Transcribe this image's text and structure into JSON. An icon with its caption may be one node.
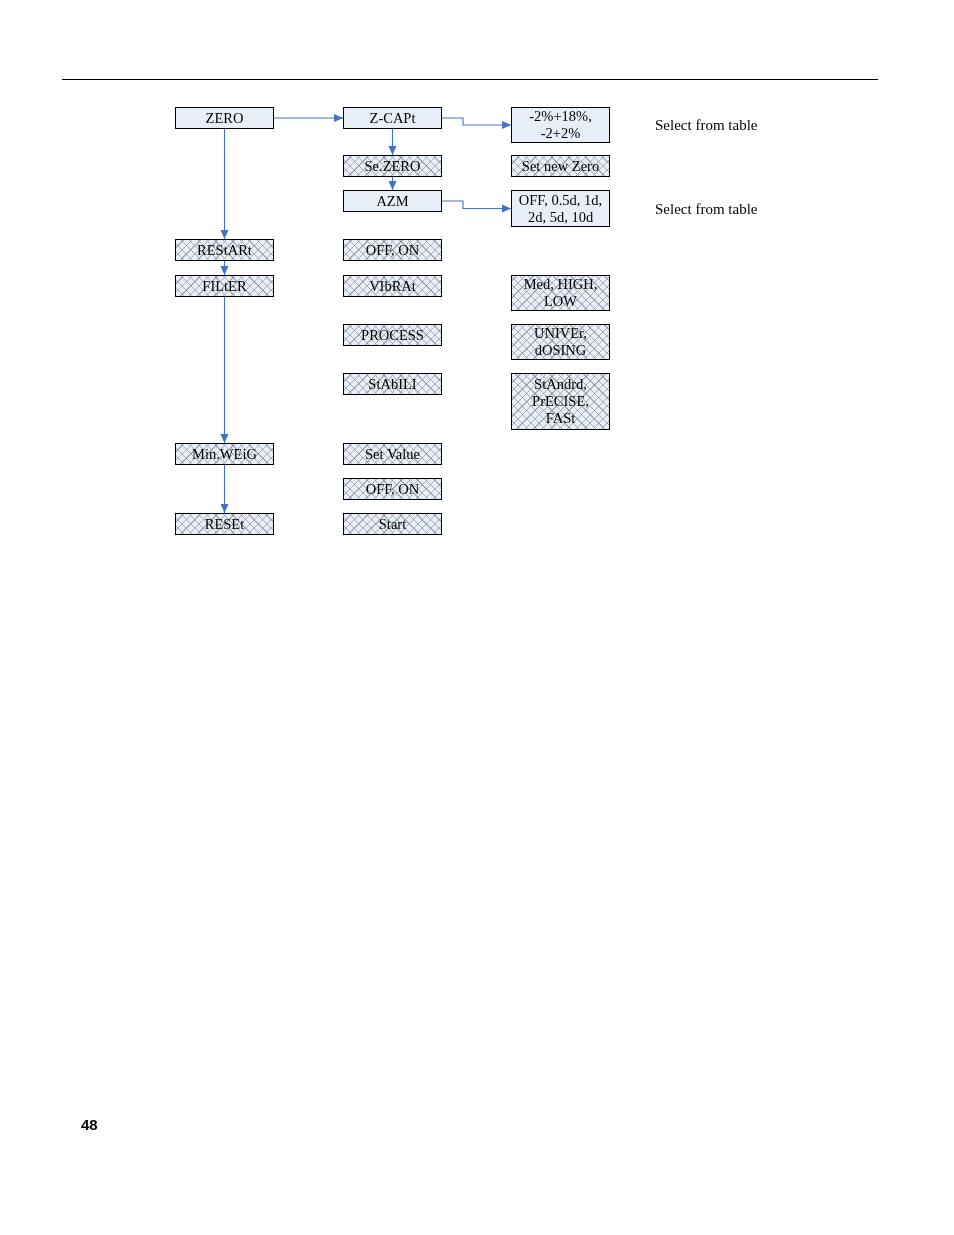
{
  "diagram": {
    "nodes": [
      {
        "text": [
          "ZERO"
        ]
      },
      {
        "text": [
          "Z-CAPt"
        ]
      },
      {
        "text": [
          "-2%+18%, -2+2%"
        ],
        "beside": [
          "Select from table"
        ]
      },
      {
        "text": [
          "Se.ZERO"
        ]
      },
      {
        "text": [
          "Set new Zero"
        ]
      },
      {
        "text": [
          "AZM"
        ]
      },
      {
        "text": [
          "OFF, 0.5d, 1d, 2d, 5d, 10d"
        ],
        "beside": [
          "Select from table"
        ]
      },
      {
        "text": [
          "REStARt"
        ]
      },
      {
        "text": [
          "OFF, ON"
        ]
      },
      {
        "text": [
          "FILtER"
        ]
      },
      {
        "text": [
          "VIbRAt"
        ]
      },
      {
        "text": [
          "Med, HIGH, LOW"
        ]
      },
      {
        "text": [
          "PROCESS"
        ]
      },
      {
        "text": [
          "UNIVEr, dOSING"
        ]
      },
      {
        "text": [
          "StAbILI"
        ]
      },
      {
        "text": [
          "StAndrd, PrECISE, FASt"
        ]
      },
      {
        "text": [
          "Min.WEiG"
        ]
      },
      {
        "text": [
          "Set Value"
        ]
      },
      {
        "text": [
          "OFF, ON"
        ]
      },
      {
        "text": [
          "RESEt"
        ]
      },
      {
        "text": [
          "Start"
        ]
      }
    ],
    "edges": [
      {
        "from": 0,
        "to": 1,
        "arrow": "to"
      },
      {
        "from": 1,
        "to": 2,
        "arrow": "to"
      },
      {
        "from": 1,
        "to": 3,
        "arrow": "to"
      },
      {
        "from": 3,
        "to": 5,
        "arrow": "to"
      },
      {
        "from": 5,
        "to": 6,
        "arrow": "to"
      },
      {
        "from": 0,
        "to": 7,
        "arrow": "to"
      },
      {
        "from": 7,
        "to": 9,
        "arrow": "to"
      },
      {
        "from": 9,
        "to": 16,
        "arrow": "to"
      },
      {
        "from": 16,
        "to": 19,
        "arrow": "to"
      }
    ],
    "labels": [
      "48"
    ]
  }
}
